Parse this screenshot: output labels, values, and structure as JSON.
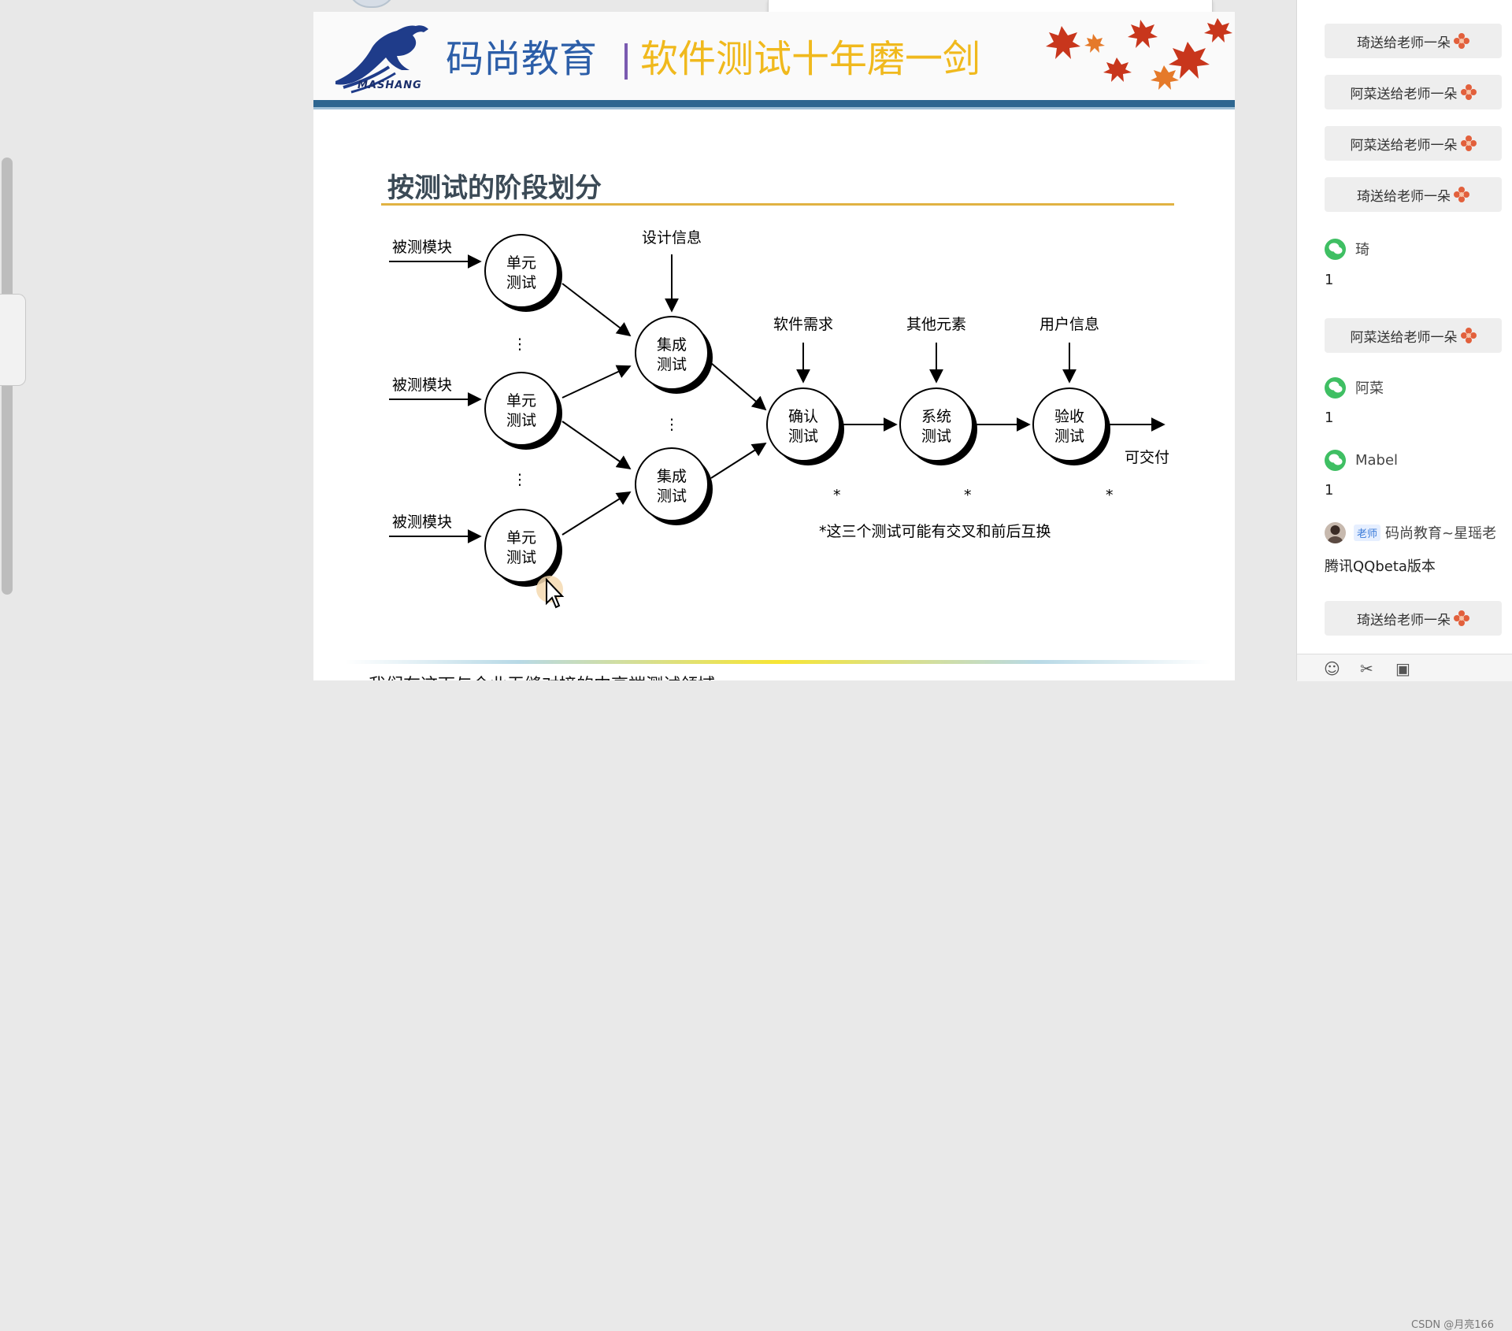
{
  "slide": {
    "brand": "码尚教育",
    "slogan": "软件测试十年磨一剑",
    "logo_text": "MASHANG",
    "title": "按测试的阶段划分",
    "bottom_text": "我们在这下与企业无缝对接的中高端测试领域",
    "diagram": {
      "inputs": [
        "被测模块",
        "被测模块",
        "被测模块"
      ],
      "unit_tests": [
        "单元测试",
        "单元测试",
        "单元测试"
      ],
      "integration_tests": [
        "集成测试",
        "集成测试"
      ],
      "design_info": "设计信息",
      "confirm_test": "确认测试",
      "system_test": "系统测试",
      "acceptance_test": "验收测试",
      "software_req": "软件需求",
      "other_elements": "其他元素",
      "user_info": "用户信息",
      "deliverable": "可交付",
      "star": "*",
      "note": "*这三个测试可能有交叉和前后互换",
      "dots": "⋮"
    }
  },
  "chat": {
    "messages": [
      {
        "type": "gift",
        "text": "琦送给老师一朵"
      },
      {
        "type": "gift",
        "text": "阿菜送给老师一朵"
      },
      {
        "type": "gift",
        "text": "阿菜送给老师一朵"
      },
      {
        "type": "gift",
        "text": "琦送给老师一朵"
      },
      {
        "type": "user",
        "name": "琦",
        "text": "1"
      },
      {
        "type": "gift",
        "text": "阿菜送给老师一朵"
      },
      {
        "type": "user",
        "name": "阿菜",
        "text": "1"
      },
      {
        "type": "user",
        "name": "Mabel",
        "text": "1"
      },
      {
        "type": "teacher",
        "badge": "老师",
        "name": "码尚教育~星瑶老",
        "text": "腾讯QQbeta版本"
      },
      {
        "type": "gift",
        "text": "琦送给老师一朵"
      }
    ],
    "watermark": "CSDN @月亮166",
    "toolbar_icons": [
      "emoji-icon",
      "scissors-icon",
      "image-icon"
    ],
    "toolbar_glyphs": [
      "☺",
      "✂",
      "▣"
    ]
  },
  "colors": {
    "brand_blue": "#2c5ea8",
    "slogan_yellow": "#f0b91d",
    "header_bar": "#2e6690",
    "title_rule": "#e0b242",
    "wechat_green": "#3fbf63",
    "flower_red": "#e2603c"
  }
}
